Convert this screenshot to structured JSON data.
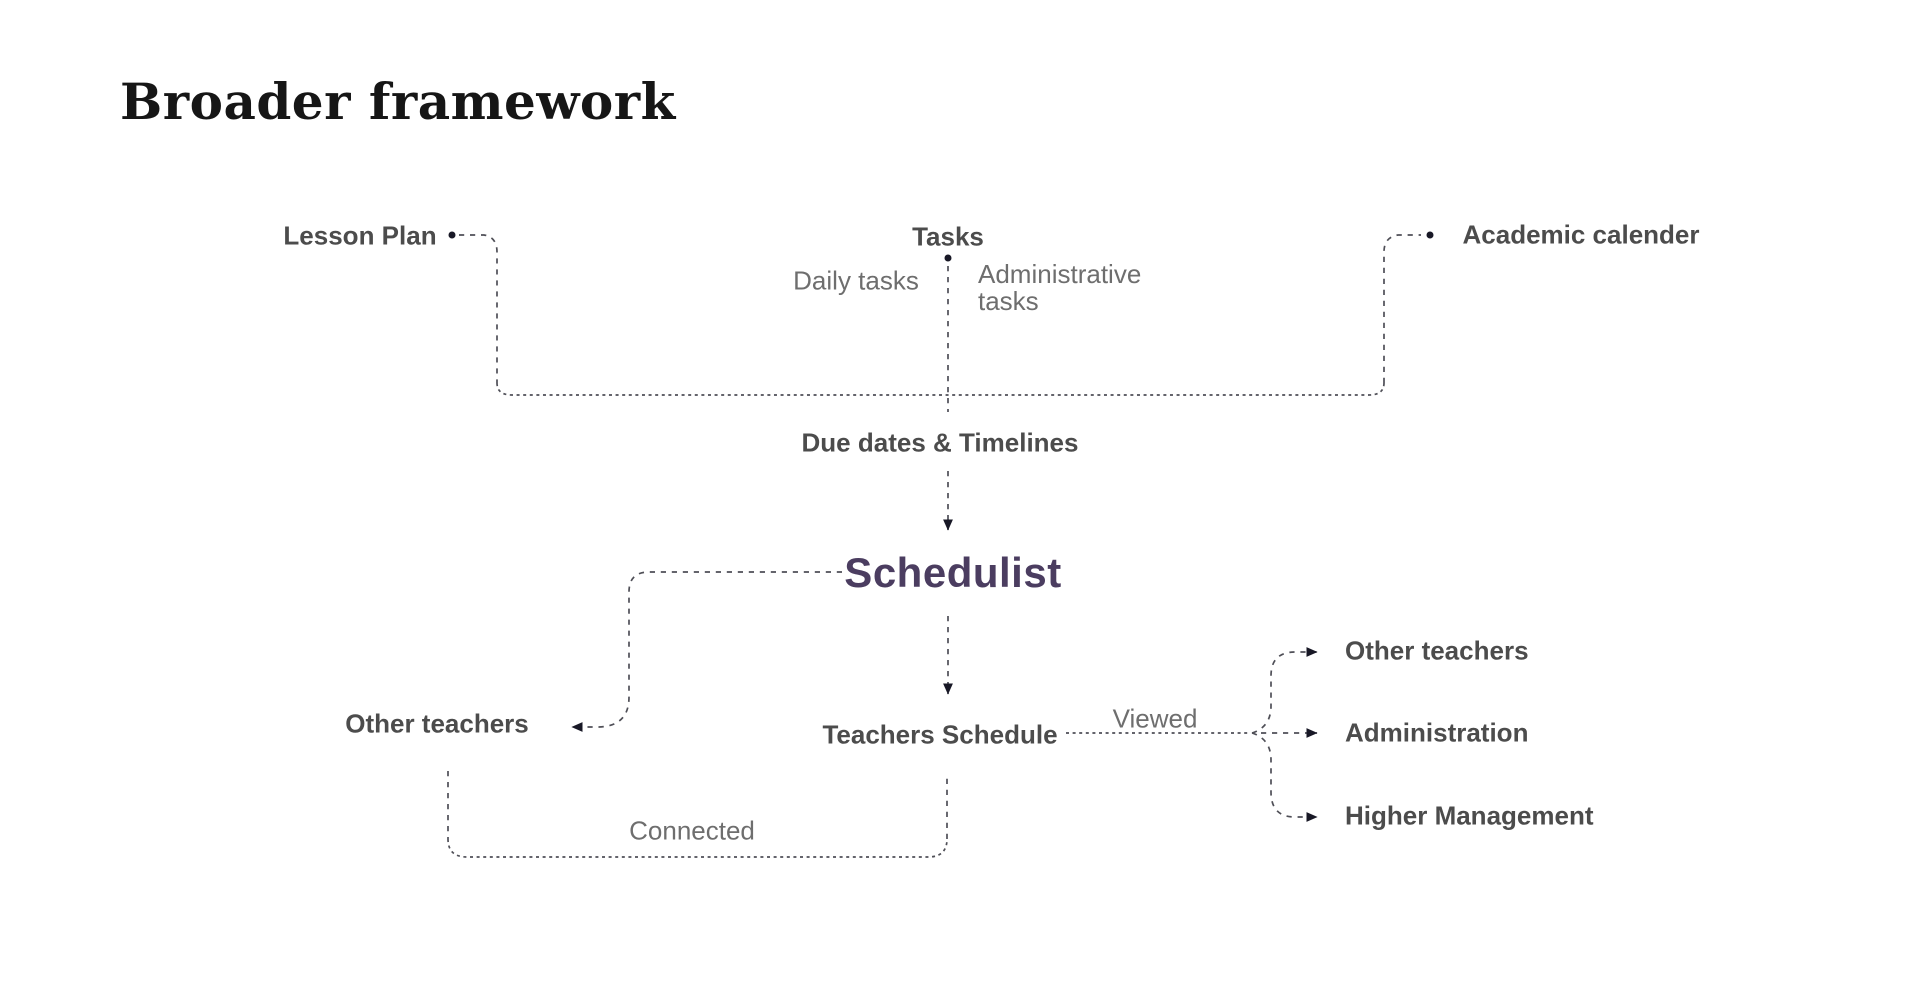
{
  "slide": {
    "title": "Broader framework"
  },
  "nodes": {
    "lesson_plan": {
      "label": "Lesson Plan"
    },
    "tasks": {
      "label": "Tasks"
    },
    "academic_calender": {
      "label": "Academic calender"
    },
    "daily_tasks": {
      "label": "Daily tasks"
    },
    "administrative_tasks": {
      "label": "Administrative tasks"
    },
    "due_dates": {
      "label": "Due dates & Timelines"
    },
    "schedulist": {
      "label": "Schedulist"
    },
    "teachers_schedule": {
      "label": "Teachers Schedule"
    },
    "other_teachers_left": {
      "label": "Other teachers"
    },
    "other_teachers_right": {
      "label": "Other teachers"
    },
    "administration": {
      "label": "Administration"
    },
    "higher_management": {
      "label": "Higher Management"
    }
  },
  "edge_labels": {
    "viewed": "Viewed",
    "connected": "Connected"
  },
  "connections": [
    {
      "from": "Lesson Plan",
      "to": "Due dates & Timelines"
    },
    {
      "from": "Tasks",
      "to": "Due dates & Timelines",
      "annotations": [
        "Daily tasks",
        "Administrative tasks"
      ]
    },
    {
      "from": "Academic calender",
      "to": "Due dates & Timelines"
    },
    {
      "from": "Due dates & Timelines",
      "to": "Schedulist",
      "arrow": true
    },
    {
      "from": "Schedulist",
      "to": "Other teachers",
      "arrow": true
    },
    {
      "from": "Schedulist",
      "to": "Teachers Schedule",
      "arrow": true
    },
    {
      "from": "Teachers Schedule",
      "to": "Other teachers",
      "label": "Viewed",
      "arrow": true
    },
    {
      "from": "Teachers Schedule",
      "to": "Administration",
      "label": "Viewed",
      "arrow": true
    },
    {
      "from": "Teachers Schedule",
      "to": "Higher Management",
      "label": "Viewed",
      "arrow": true
    },
    {
      "from": "Other teachers",
      "to": "Teachers Schedule",
      "label": "Connected"
    }
  ],
  "colors": {
    "background": "#ffffff",
    "title_ink": "#161616",
    "node_bold_ink": "#4c4c4c",
    "node_soft_ink": "#6e6e6e",
    "brand_purple": "#4b3d60",
    "connector_line": "#4f4f57",
    "dot_and_arrow": "#181826"
  }
}
